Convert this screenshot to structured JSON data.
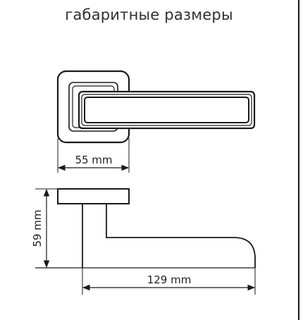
{
  "title": "габаритные размеры",
  "dimensions": {
    "rose_width": "55 mm",
    "height": "59 mm",
    "length": "129 mm"
  },
  "colors": {
    "line": "#1a1a1a",
    "text": "#2f2f2f",
    "background": "#ffffff"
  }
}
